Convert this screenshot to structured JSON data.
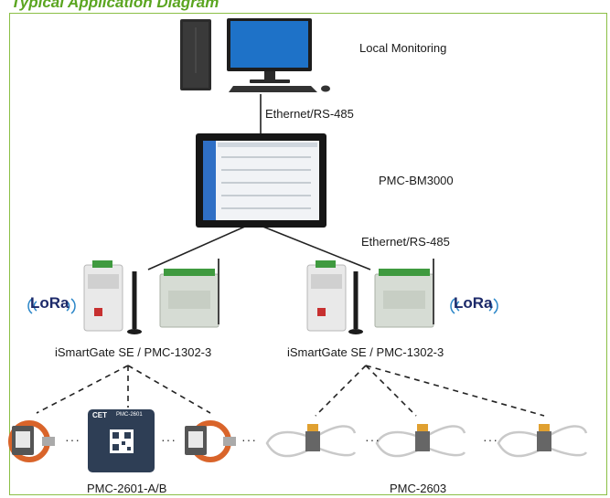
{
  "title": "Typical Application Diagram",
  "labels": {
    "local_monitoring": "Local Monitoring",
    "link_top": "Ethernet/RS-485",
    "panel": "PMC-BM3000",
    "link_mid": "Ethernet/RS-485",
    "gateway_left": "iSmartGate SE / PMC-1302-3",
    "gateway_right": "iSmartGate SE / PMC-1302-3",
    "sensor_left": "PMC-2601-A/B",
    "sensor_right": "PMC-2603"
  },
  "lora": "LoRa",
  "ellipsis": "···",
  "device_text": {
    "brand": "CET",
    "model": "PMC-2601"
  },
  "colors": {
    "title": "#5aa520",
    "frame": "#8bbf45",
    "lora": "#1d2a6a",
    "clamp": "#d9642a"
  }
}
